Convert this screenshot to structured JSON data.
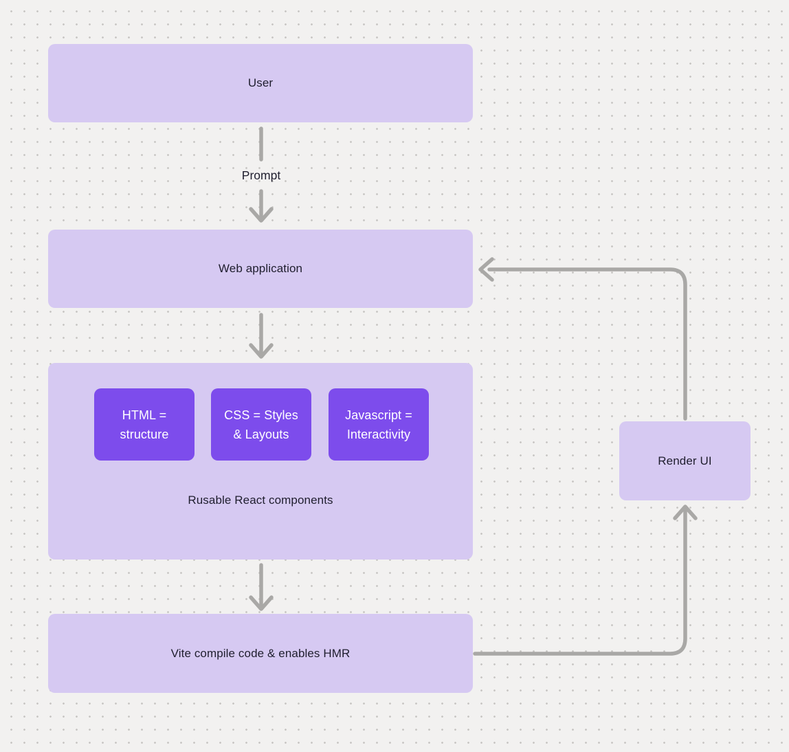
{
  "canvas": {
    "background_color": "#f2f1f0",
    "dot_grid_color": "#c8c6c4",
    "connector_color": "#a9a8a6"
  },
  "colors": {
    "node_light_purple": "#d6c9f2",
    "node_dark_purple": "#7d4cec",
    "text_dark": "#1f1e2e",
    "text_light": "#ffffff"
  },
  "nodes": {
    "user": {
      "label": "User"
    },
    "web_application": {
      "label": "Web application"
    },
    "components_group": {
      "caption": "Rusable React components",
      "children": [
        {
          "label": "HTML = structure"
        },
        {
          "label": "CSS = Styles & Layouts"
        },
        {
          "label": "Javascript = Interactivity"
        }
      ]
    },
    "vite": {
      "label": "Vite compile code & enables HMR"
    },
    "render_ui": {
      "label": "Render UI"
    }
  },
  "edges": [
    {
      "from": "user",
      "to": "web_application",
      "label": "Prompt",
      "direction": "down"
    },
    {
      "from": "web_application",
      "to": "components_group",
      "label": "",
      "direction": "down"
    },
    {
      "from": "components_group",
      "to": "vite",
      "label": "",
      "direction": "down"
    },
    {
      "from": "vite",
      "to": "render_ui",
      "label": "",
      "direction": "right-then-up"
    },
    {
      "from": "render_ui",
      "to": "web_application",
      "label": "",
      "direction": "up-then-left"
    }
  ]
}
